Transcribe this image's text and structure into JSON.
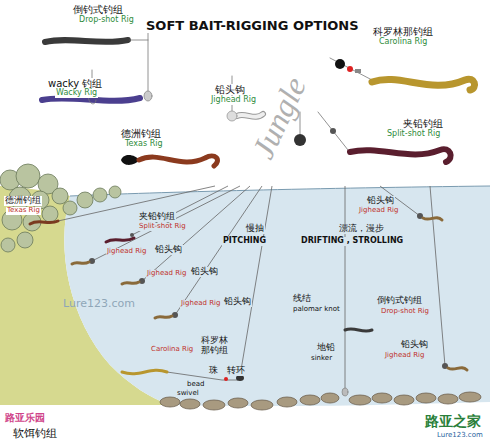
{
  "diagram": {
    "title": "SOFT BAIT-RIGGING OPTIONS",
    "labels": [
      "倒钓式钓组",
      "Drop-shot Rig",
      "wacky 钓组",
      "Wacky Rig",
      "铅头钩",
      "Jighead Rig",
      "科罗林那钓组",
      "Carolina Rig",
      "德洲钓组",
      "Texas Rig",
      "夹铅钓组",
      "Split-shot Rig",
      "Jungle",
      "德洲钓组",
      "Texas Rig",
      "夹铅钓组",
      "Split-shot Rig",
      "慢抽",
      "PITCHING",
      "漂流，漫步",
      "DRIFTING , STROLLING",
      "铅头钩",
      "Jighead Rig",
      "Jighead Rig",
      "铅头钩",
      "Jighead Rig",
      "铅头钩",
      "Jighead Rig",
      "铅头钩",
      "线结",
      "palomar knot",
      "倒钓式钓组",
      "Drop-shot Rig",
      "Carolina Rig",
      "科罗林那钓组",
      "珠",
      "转环",
      "bead",
      "swivel",
      "地铅",
      "sinker",
      "铅头钩",
      "Jighead Rig",
      "Lure123.com",
      "路亚乐园",
      "软饵钓组",
      "路亚之家",
      "Lure123.com"
    ]
  }
}
